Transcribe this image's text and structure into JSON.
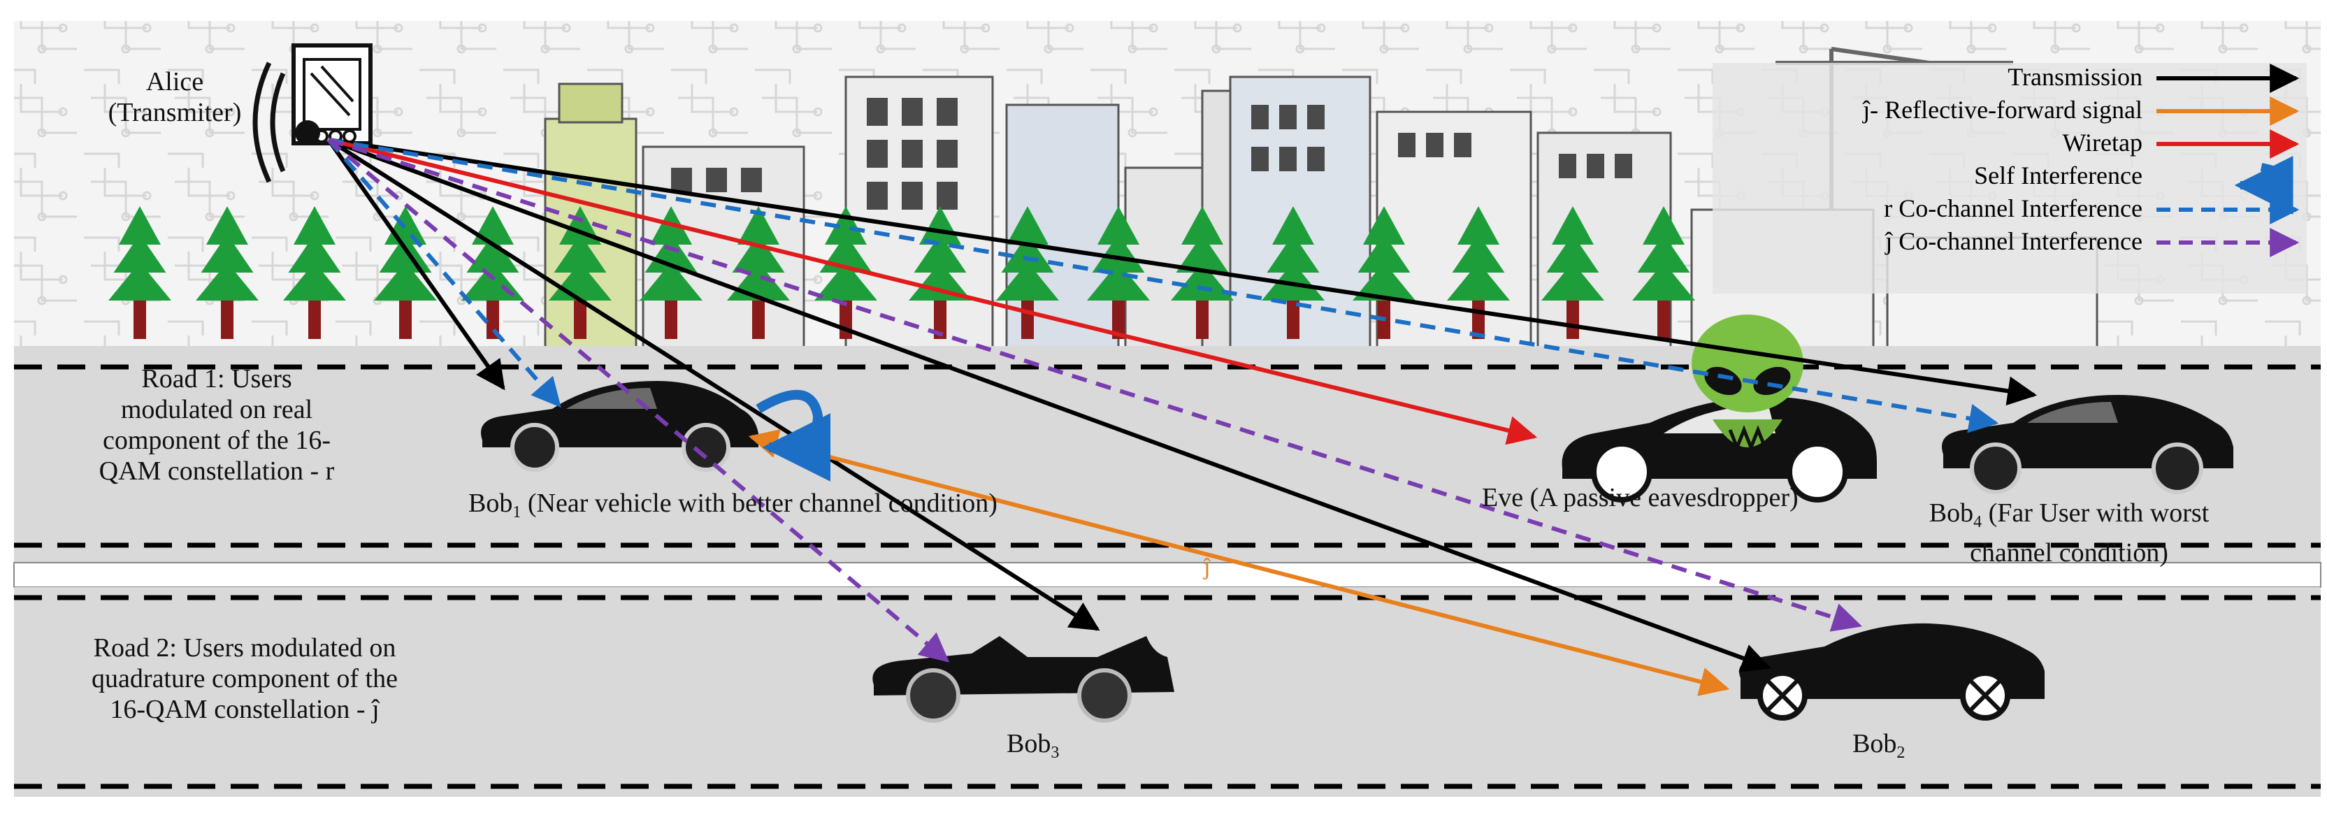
{
  "labels": {
    "alice": "Alice",
    "alice_role": "(Transmiter)",
    "road1": [
      "Road 1: Users",
      "modulated on real",
      "component of the 16-",
      "QAM constellation - r"
    ],
    "road2": [
      "Road 2: Users modulated on",
      "quadrature component of the",
      "16-QAM constellation - ĵ"
    ],
    "bob1_name": "Bob",
    "bob1_sub": "1",
    "bob1_desc": " (Near vehicle with better channel condition)",
    "bob2_name": "Bob",
    "bob2_sub": "2",
    "bob3_name": "Bob",
    "bob3_sub": "3",
    "bob4_name": "Bob",
    "bob4_sub": "4",
    "bob4_desc_line1": " (Far User  with worst",
    "bob4_desc_line2": "channel condition)",
    "eve": "Eve (A passive eavesdropper)",
    "j_mark": "ĵ"
  },
  "legend": [
    {
      "label": "Transmission",
      "color": "#000000",
      "style": "solid-arrow"
    },
    {
      "label": "ĵ- Reflective-forward signal",
      "color": "#E8801E",
      "style": "solid-arrow"
    },
    {
      "label": "Wiretap",
      "color": "#E01B1B",
      "style": "solid-arrow"
    },
    {
      "label": "Self Interference",
      "color": "#1C6FC4",
      "style": "curved-arrow"
    },
    {
      "label": "r Co-channel Interference",
      "color": "#1C6FC4",
      "style": "dashed-arrow"
    },
    {
      "label": "ĵ  Co-channel Interference",
      "color": "#7A3DB0",
      "style": "dashed-arrow"
    }
  ],
  "colors": {
    "transmission": "#000000",
    "reflective": "#E8801E",
    "wiretap": "#E01B1B",
    "r_interference": "#1C6FC4",
    "j_interference": "#7A3DB0",
    "road": "#D9D9D9",
    "tree": "#1E9E3A",
    "trunk": "#8B1A1A"
  }
}
